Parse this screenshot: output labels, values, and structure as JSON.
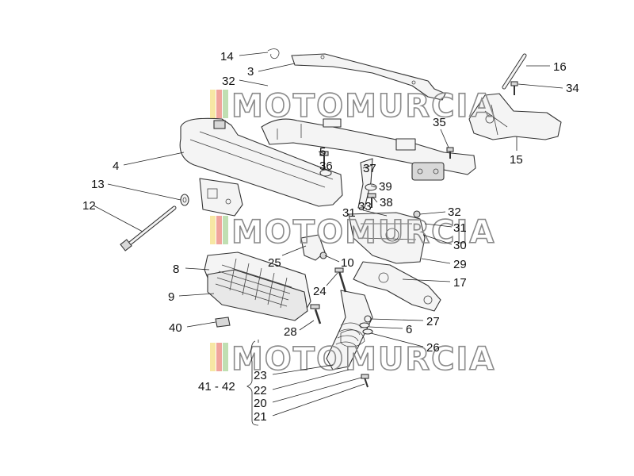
{
  "watermark": {
    "text": "MOTOMURCIA",
    "stripe_colors": [
      "#f0d45a",
      "#e35a4a",
      "#8cc472"
    ]
  },
  "callouts": {
    "c14": "14",
    "c3": "3",
    "c32a": "32",
    "c16": "16",
    "c34": "34",
    "c35": "35",
    "c15": "15",
    "c4": "4",
    "c5": "5",
    "c36": "36",
    "c37": "37",
    "c13": "13",
    "c39": "39",
    "c12": "12",
    "c38": "38",
    "c33": "33",
    "c31a": "31",
    "c32b": "32",
    "c31b": "31",
    "c30": "30",
    "c25": "25",
    "c10": "10",
    "c29": "29",
    "c8": "8",
    "c17": "17",
    "c24": "24",
    "c9": "9",
    "c27": "27",
    "c40": "40",
    "c28": "28",
    "c6": "6",
    "c26": "26",
    "c23": "23",
    "c41_42": "41 - 42",
    "c22": "22",
    "c20": "20",
    "c21": "21"
  }
}
